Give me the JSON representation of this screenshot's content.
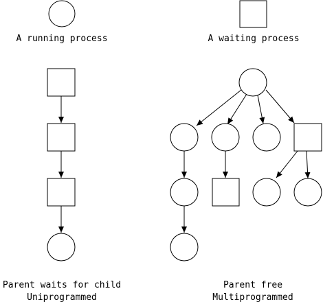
{
  "legend": {
    "running_label": "A running process",
    "waiting_label": "A waiting process"
  },
  "left_diagram": {
    "caption_line1": "Parent waits for child",
    "caption_line2": "Uniprogrammed"
  },
  "right_diagram": {
    "caption_line1": "Parent free",
    "caption_line2": "Multiprogrammed"
  },
  "colors": {
    "stroke": "#000000",
    "fill": "#ffffff",
    "text": "#000000"
  }
}
